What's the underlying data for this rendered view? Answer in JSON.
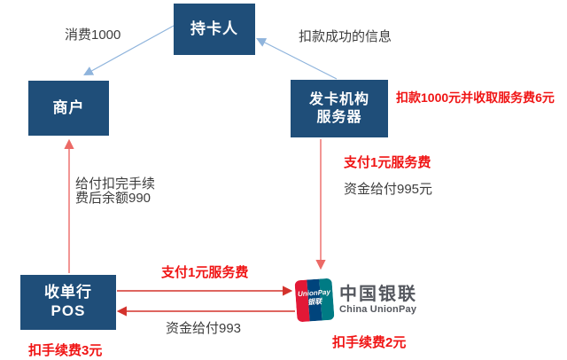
{
  "nodes": {
    "cardholder": "持卡人",
    "merchant": "商户",
    "issuer_line1": "发卡机构",
    "issuer_line2": "服务器",
    "acquirer_line1": "收单行",
    "acquirer_line2": "POS"
  },
  "labels": {
    "consume": "消费1000",
    "deduct_msg": "扣款成功的信息",
    "issuer_note": "扣款1000元并收取服务费6元",
    "issuer_fee": "支付1元服务费",
    "issuer_pay": "资金给付995元",
    "balance_line1": "给付扣完手续",
    "balance_line2": "费后余额990",
    "acquirer_fee": "支付1元服务费",
    "union_pay993": "资金给付993",
    "acquirer_note": "扣手续费3元",
    "union_note": "扣手续费2元"
  },
  "unionpay": {
    "card_line1": "UnionPay",
    "card_line2": "银联",
    "name_cn": "中国银联",
    "name_en": "China UnionPay"
  },
  "colors": {
    "box_fill": "#1F4E79",
    "box_text": "#FFFFFF",
    "blue_arrow": "#8FB4DC",
    "red_arrow": "#D3322C",
    "red_arrow_light": "#EC6A66",
    "red_text": "#F01414",
    "gray_text": "#3D3D3D",
    "unionpay_red": "#E21836",
    "unionpay_blue": "#00447C",
    "unionpay_teal": "#007B84",
    "unionpay_gray": "#54575E"
  }
}
